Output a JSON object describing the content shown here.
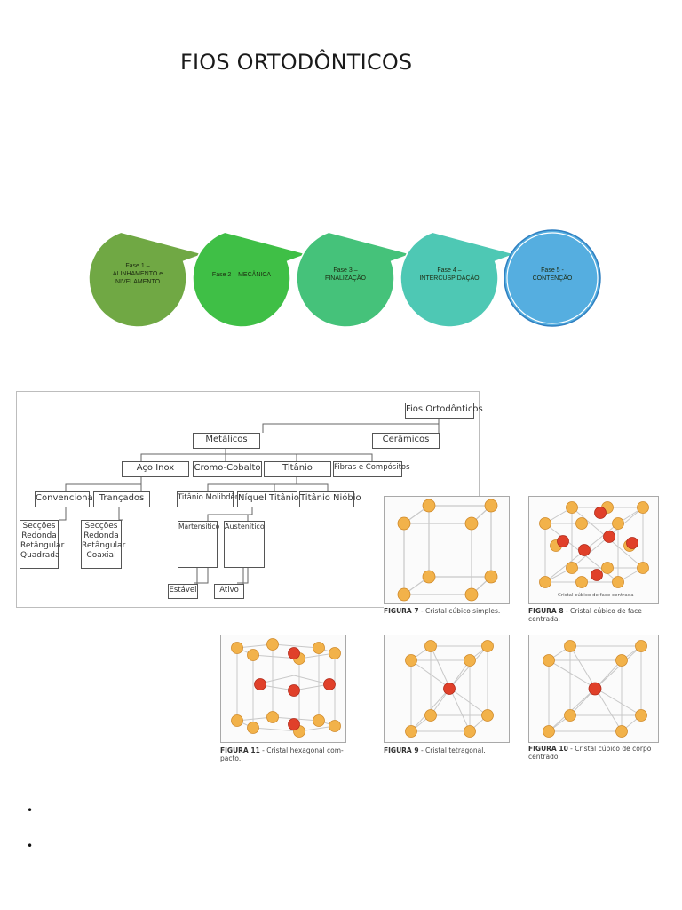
{
  "title": "FIOS ORTODÔNTICOS",
  "phases": [
    {
      "line1": "Fase 1 –",
      "line2": "ALINHAMENTO e",
      "line3": "NIVELAMENTO",
      "color": "#70a844"
    },
    {
      "line1": "Fase 2 – MECÂNICA",
      "line2": "",
      "line3": "",
      "color": "#3fbf46"
    },
    {
      "line1": "Fase 3 –",
      "line2": "FINALIZAÇÃO",
      "line3": "",
      "color": "#45c27a"
    },
    {
      "line1": "Fase 4 –",
      "line2": "INTERCUSPIDAÇÃO",
      "line3": "",
      "color": "#4ec8b4"
    },
    {
      "line1": "Fase 5 -",
      "line2": "CONTENÇÃO",
      "line3": "",
      "color": "#55aee0"
    }
  ],
  "tree": {
    "root": "Fios Ortodônticos",
    "metalicos": "Metálicos",
    "ceramicos": "Cerâmicos",
    "aco_inox": "Aço Inox",
    "cromo_cobalto": "Cromo-Cobalto",
    "titanio": "Titânio",
    "fibras": "Fibras e Compósitos",
    "convencional": "Convencional",
    "trancados": "Trançados",
    "titanio_molibdenio": "Titânio Molibdênio",
    "niquel_titanio": "Níquel Titânio",
    "titanio_niobio": "Titânio Nióbio",
    "conv_sections": [
      "Secções",
      "Redonda",
      "Retângular",
      "Quadrada"
    ],
    "tranc_sections": [
      "Secções",
      "Redonda",
      "Retângular",
      "Coaxial"
    ],
    "martensitico": "Martensítico",
    "austenitico": "Austenítico",
    "estavel": "Estável",
    "ativo": "Ativo"
  },
  "figures": {
    "fig7": {
      "label": "FIGURA 7",
      "caption": " - Cristal cúbico simples."
    },
    "fig8": {
      "label": "FIGURA 8",
      "caption": " - Cristal cúbico de face",
      "caption2": "centrada.",
      "inner": "Cristal cúbico de face centrada"
    },
    "fig11": {
      "label": "FIGURA 11",
      "caption": " - Cristal hexagonal com-",
      "caption2": "pacto."
    },
    "fig9": {
      "label": "FIGURA 9",
      "caption": " - Cristal tetragonal."
    },
    "fig10": {
      "label": "FIGURA 10",
      "caption": " - Cristal cúbico de corpo",
      "caption2": "centrado."
    }
  },
  "bullets": [
    "•",
    "•"
  ],
  "colors": {
    "atom_orange": "#f2b24a",
    "atom_red": "#e0402a",
    "edge": "#c8c8c8"
  }
}
